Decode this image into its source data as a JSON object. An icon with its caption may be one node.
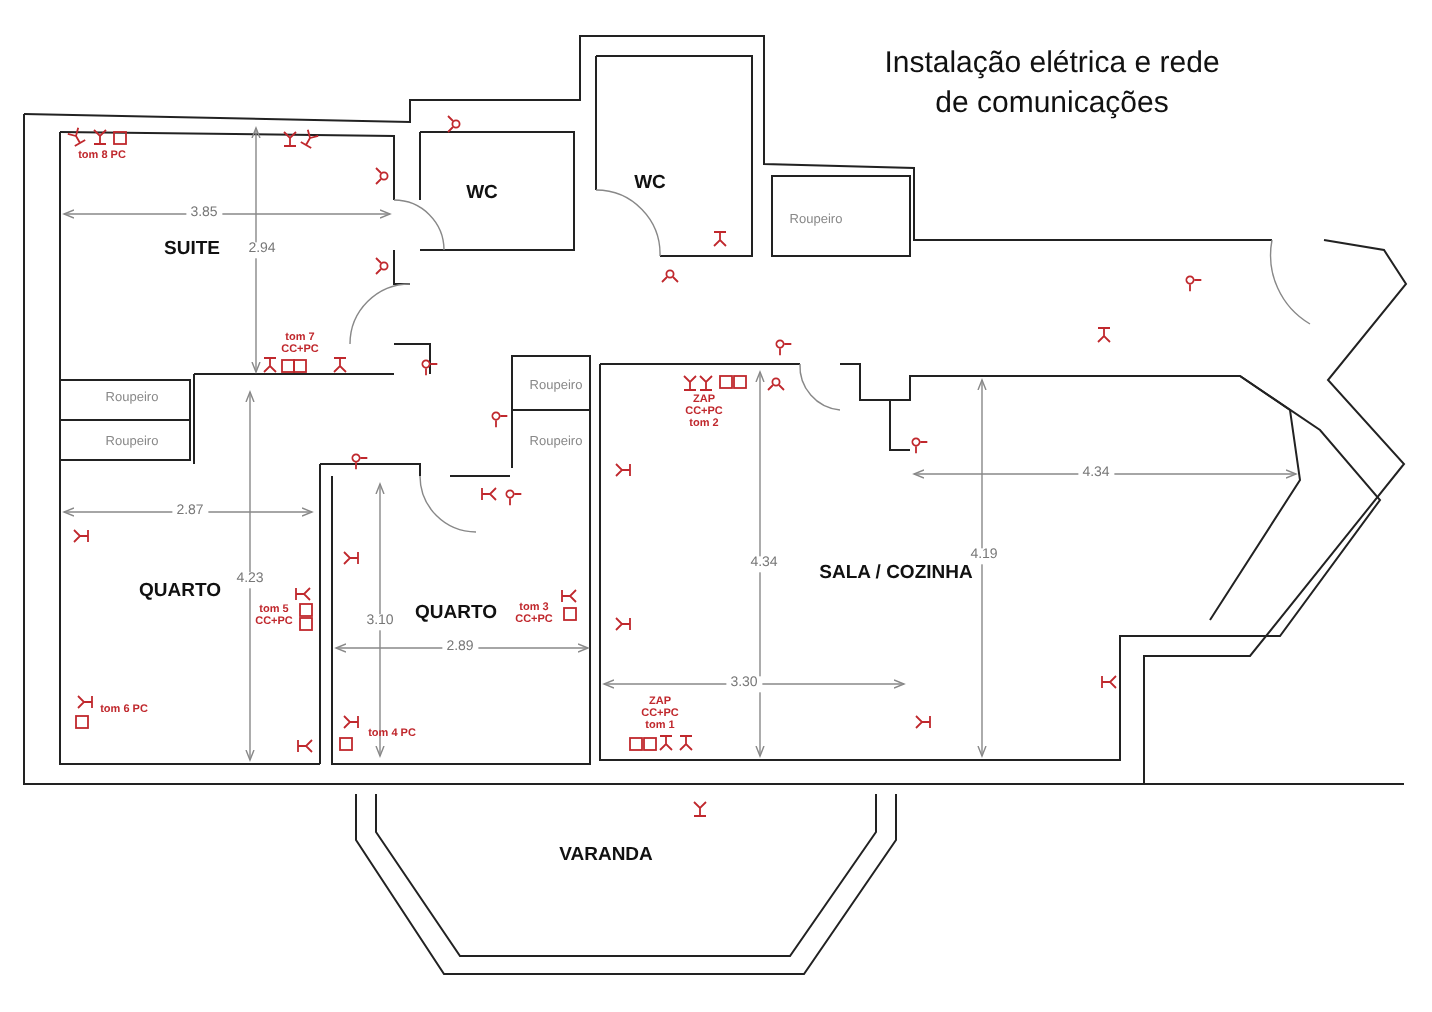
{
  "diagram": {
    "title": "Instalação elétrica e rede de comunicações",
    "labels": [
      "tom 8 PC",
      "WC",
      "WC",
      "Roupeiro",
      "3.85",
      "SUITE",
      "2.94",
      "tom 7 CC+PC",
      "Roupeiro",
      "Roupeiro",
      "ZAP CC+PC tom 2",
      "Roupeiro",
      "Roupeiro",
      "4.34",
      "2.87",
      "4.23",
      "4.34",
      "SALA / COZINHA",
      "4.19",
      "QUARTO",
      "tom 5 CC+PC",
      "3.10",
      "QUARTO",
      "tom 3 CC+PC",
      "2.89",
      "3.30",
      "tom 6 PC",
      "ZAP CC+PC tom 1",
      "tom 4 PC",
      "VARANDA"
    ]
  }
}
